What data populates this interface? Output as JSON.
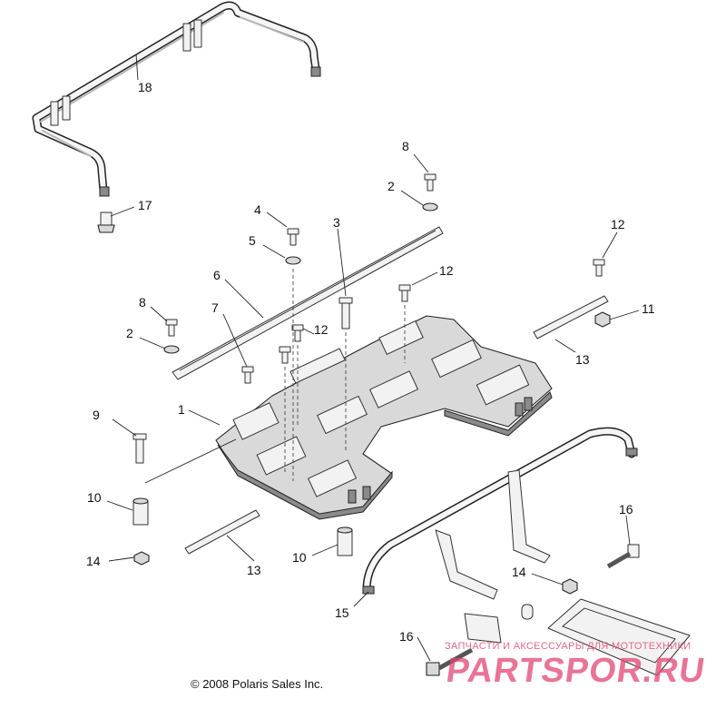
{
  "callouts": [
    {
      "id": "c18",
      "text": "18"
    },
    {
      "id": "c17",
      "text": "17"
    },
    {
      "id": "c8a",
      "text": "8"
    },
    {
      "id": "c2a",
      "text": "2"
    },
    {
      "id": "c4",
      "text": "4"
    },
    {
      "id": "c3",
      "text": "3"
    },
    {
      "id": "c5",
      "text": "5"
    },
    {
      "id": "c12a",
      "text": "12"
    },
    {
      "id": "c6",
      "text": "6"
    },
    {
      "id": "c12b",
      "text": "12"
    },
    {
      "id": "c8b",
      "text": "8"
    },
    {
      "id": "c7",
      "text": "7"
    },
    {
      "id": "c12c",
      "text": "12"
    },
    {
      "id": "c11",
      "text": "11"
    },
    {
      "id": "c2b",
      "text": "2"
    },
    {
      "id": "c13a",
      "text": "13"
    },
    {
      "id": "c1",
      "text": "1"
    },
    {
      "id": "c9",
      "text": "9"
    },
    {
      "id": "c10a",
      "text": "10"
    },
    {
      "id": "c16a",
      "text": "16"
    },
    {
      "id": "c14a",
      "text": "14"
    },
    {
      "id": "c13b",
      "text": "13"
    },
    {
      "id": "c10b",
      "text": "10"
    },
    {
      "id": "c14b",
      "text": "14"
    },
    {
      "id": "c15",
      "text": "15"
    },
    {
      "id": "c16b",
      "text": "16"
    }
  ],
  "copyright": "© 2008 Polaris Sales Inc.",
  "watermark": {
    "subtitle": "ЗАПЧАСТИ И АКСЕССУАРЫ ДЛЯ МОТОТЕХНИКИ",
    "logo": "PARTSPOR.RU"
  }
}
